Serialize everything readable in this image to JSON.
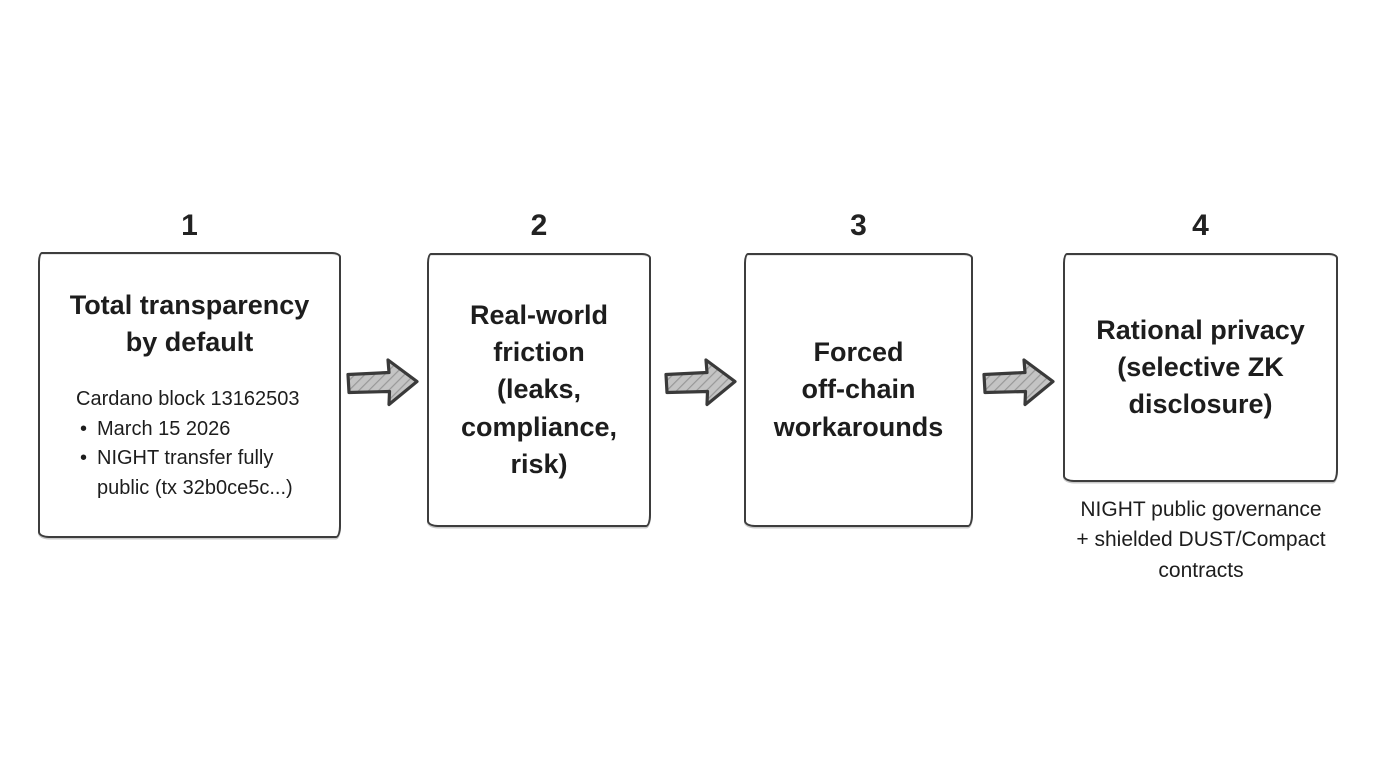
{
  "palette": {
    "background": "#ffffff",
    "ink": "#1d1d1d",
    "box_border": "#3d3d3d",
    "arrow_fill": "#c4c4c4",
    "arrow_hatch": "#989898",
    "arrow_stroke": "#3a3a3a"
  },
  "icons": {
    "flow_arrow": "block-arrow-right-icon"
  },
  "steps": [
    {
      "number": "1",
      "title": "Total transparency\nby default",
      "body_intro": "Cardano block 13162503",
      "bullets": [
        "March 15 2026",
        "NIGHT transfer fully\npublic (tx 32b0ce5c...)"
      ]
    },
    {
      "number": "2",
      "title": "Real-world\nfriction\n(leaks,\ncompliance,\nrisk)"
    },
    {
      "number": "3",
      "title": "Forced\noff-chain\nworkarounds"
    },
    {
      "number": "4",
      "title": "Rational privacy\n(selective ZK\ndisclosure)",
      "caption": "NIGHT public governance\n+ shielded DUST/Compact\ncontracts"
    }
  ]
}
